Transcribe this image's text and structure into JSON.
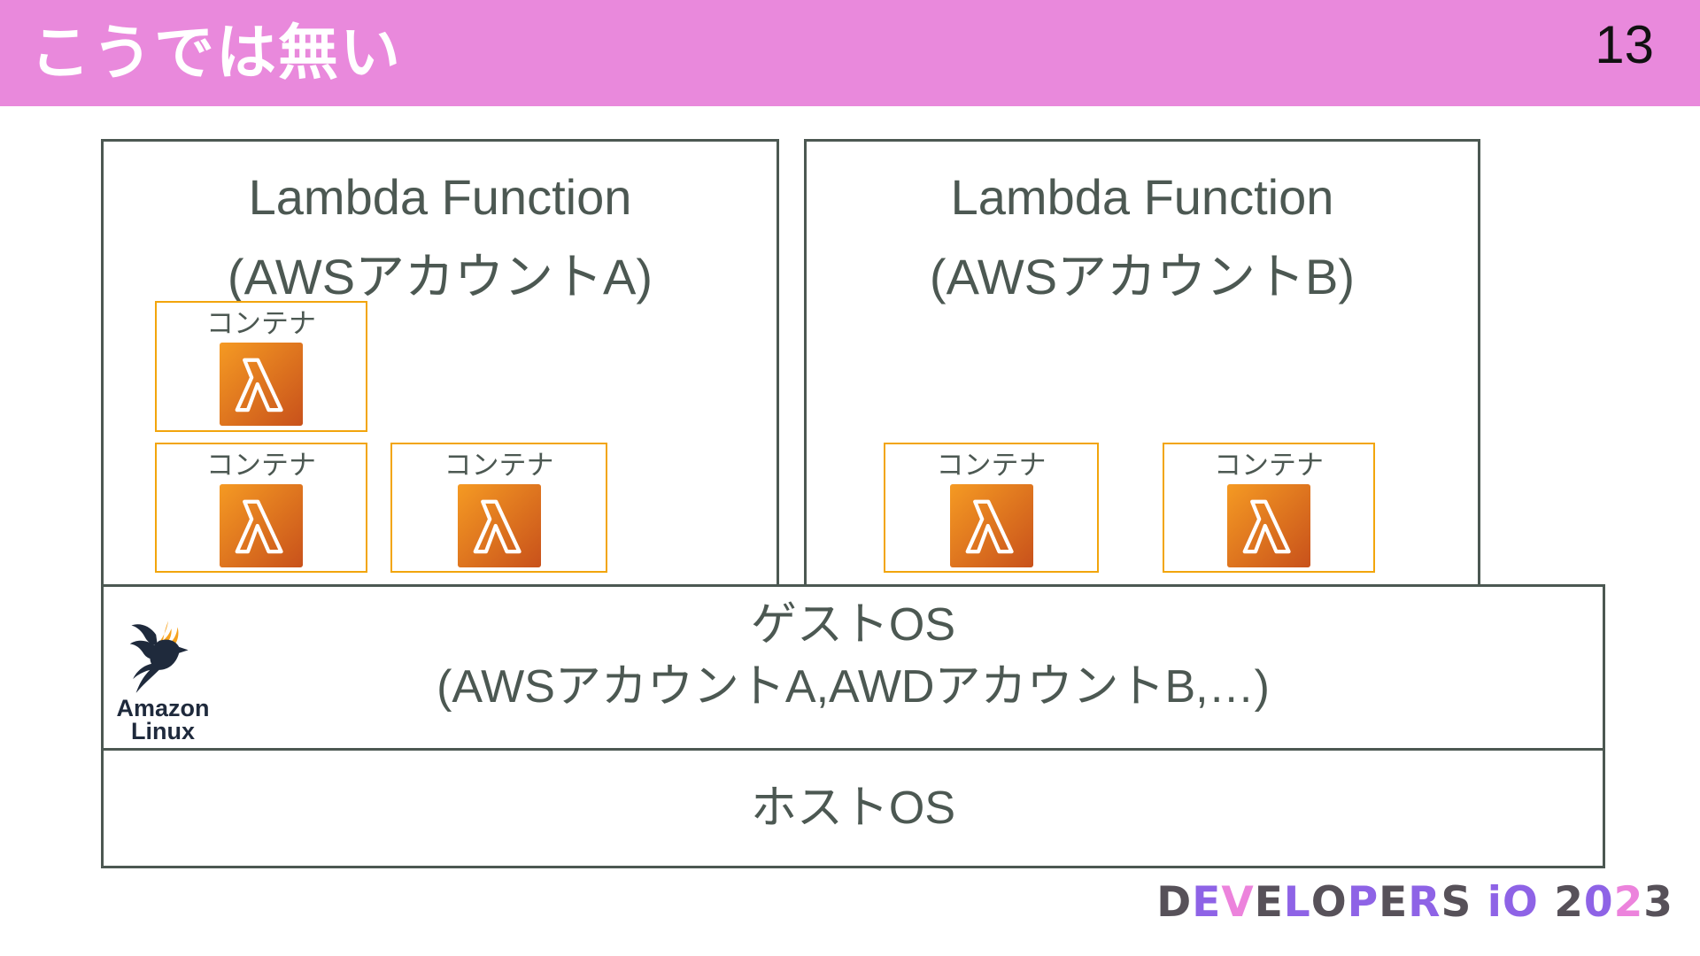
{
  "header": {
    "title": "こうでは無い",
    "page_number": "13",
    "bg_color": "#E989DC",
    "title_color": "#FFFFFF"
  },
  "diagram": {
    "border_color": "#4C5852",
    "container_border_color": "#F2A50C",
    "container_label": "コンテナ",
    "lambda_box_a": {
      "title_line1": "Lambda Function",
      "title_line2": "(AWSアカウントA)",
      "container_count": 3
    },
    "lambda_box_b": {
      "title_line1": "Lambda Function",
      "title_line2": "(AWSアカウントB)",
      "container_count": 2
    },
    "guest_os": {
      "line1": "ゲストOS",
      "line2": "(AWSアカウントA,AWDアカウントB,…)"
    },
    "host_os": {
      "label": "ホストOS"
    },
    "amazon_linux": {
      "line1": "Amazon",
      "line2": "Linux",
      "bird_color": "#1F2A3C",
      "flame_color": "#F6A21D"
    },
    "lambda_icon": {
      "gradient_start": "#F59A23",
      "gradient_end": "#C8511B",
      "glyph_color": "#FFFFFF"
    }
  },
  "footer": {
    "logo_text": "DEVELOPERS iO 2023",
    "letters": [
      {
        "ch": "D",
        "color": "#575159"
      },
      {
        "ch": "E",
        "color": "#8E63E6"
      },
      {
        "ch": "V",
        "color": "#EC83DC"
      },
      {
        "ch": "E",
        "color": "#575159"
      },
      {
        "ch": "L",
        "color": "#8E63E6"
      },
      {
        "ch": "O",
        "color": "#575159"
      },
      {
        "ch": "P",
        "color": "#8E63E6"
      },
      {
        "ch": "E",
        "color": "#575159"
      },
      {
        "ch": "R",
        "color": "#8E63E6"
      },
      {
        "ch": "S",
        "color": "#575159"
      },
      {
        "ch": " ",
        "color": "#575159"
      },
      {
        "ch": "i",
        "color": "#8E63E6"
      },
      {
        "ch": "O",
        "color": "#8E63E6"
      },
      {
        "ch": " ",
        "color": "#575159"
      },
      {
        "ch": "2",
        "color": "#575159"
      },
      {
        "ch": "0",
        "color": "#8E63E6"
      },
      {
        "ch": "2",
        "color": "#EC83DC"
      },
      {
        "ch": "3",
        "color": "#575159"
      }
    ]
  }
}
